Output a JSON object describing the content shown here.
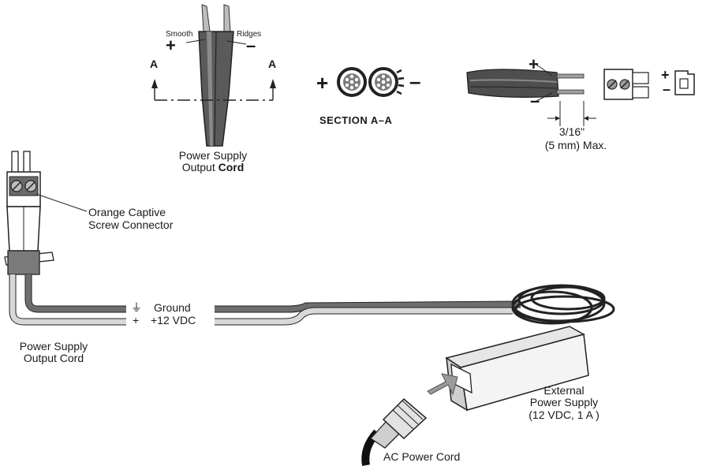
{
  "cord_detail": {
    "smooth_label": "Smooth",
    "ridges_label": "Ridges",
    "plus_sign": "+",
    "minus_sign": "–",
    "section_marker_left": "A",
    "section_marker_right": "A",
    "caption_line1": "Power Supply",
    "caption_line2_prefix": "Output ",
    "caption_line2_bold": "Cord"
  },
  "section_view": {
    "plus_sign": "+",
    "minus_sign": "–",
    "label": "SECTION  A–A"
  },
  "strip_detail": {
    "plus_sign": "+",
    "minus_sign": "–",
    "measure_line1": "3/16\"",
    "measure_line2": "(5 mm) Max.",
    "connector_plus": "+",
    "connector_minus": "–"
  },
  "connector": {
    "label_line1": "Orange Captive",
    "label_line2": "Screw Connector"
  },
  "wires": {
    "ground_symbol": "⏚",
    "ground_label": "Ground",
    "plus_symbol": "+",
    "dc_label": "+12 VDC"
  },
  "cord_caption": {
    "line1": "Power Supply",
    "line2": "Output Cord"
  },
  "power_supply": {
    "line1": "External",
    "line2": "Power Supply",
    "line3": "(12 VDC, 1 A )"
  },
  "ac_cord": {
    "label": "AC Power Cord"
  },
  "colors": {
    "ink": "#1a1a1a",
    "dark_wire": "#4a4a4a",
    "mid_gray": "#8c8c8c",
    "light_gray": "#d6d6d6",
    "arrow_gray": "#9a9a9a"
  }
}
